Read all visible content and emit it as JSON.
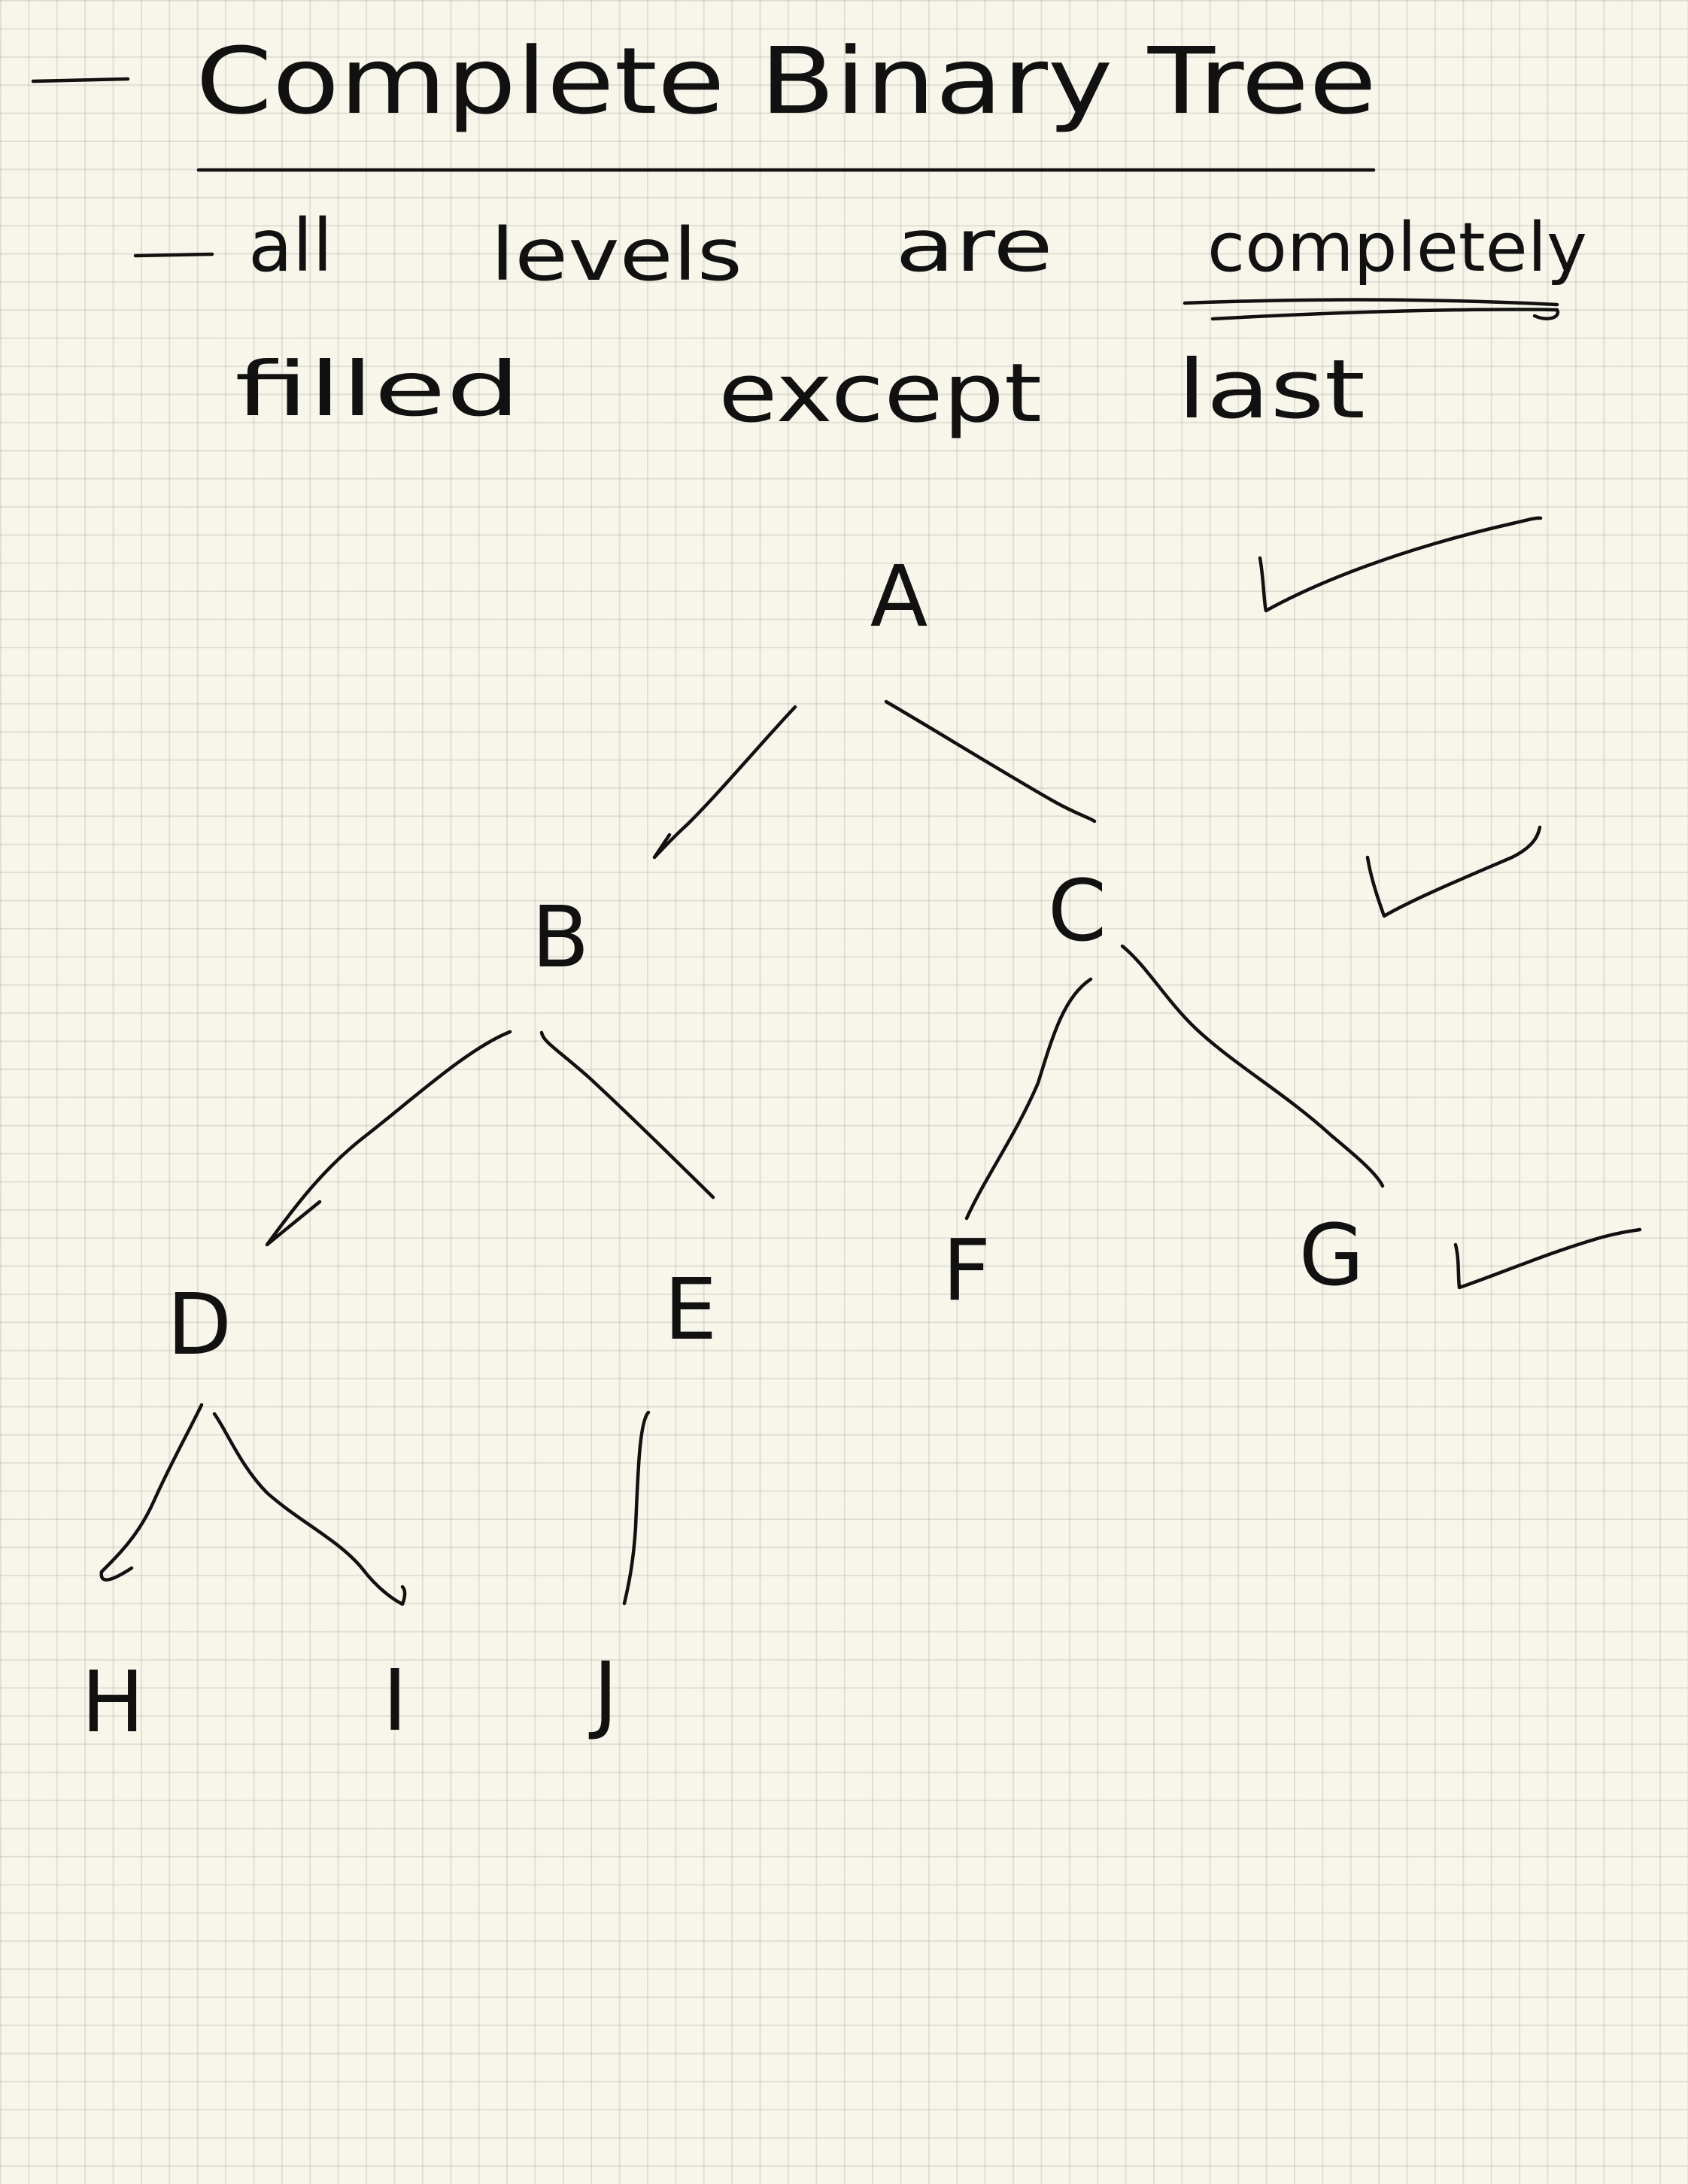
{
  "note": {
    "title": "Complete Binary Tree",
    "definition_line1_words": [
      "all",
      "levels",
      "are",
      "completely"
    ],
    "definition_line2_words": [
      "filled",
      "except",
      "last"
    ],
    "emphasized_word": "completely"
  },
  "tree": {
    "nodes": [
      "A",
      "B",
      "C",
      "D",
      "E",
      "F",
      "G",
      "H",
      "I",
      "J"
    ],
    "edges": [
      [
        "A",
        "B"
      ],
      [
        "A",
        "C"
      ],
      [
        "B",
        "D"
      ],
      [
        "B",
        "E"
      ],
      [
        "C",
        "F"
      ],
      [
        "C",
        "G"
      ],
      [
        "D",
        "H"
      ],
      [
        "D",
        "I"
      ],
      [
        "E",
        "J"
      ]
    ],
    "checked_levels": [
      0,
      1,
      2
    ]
  },
  "colors": {
    "paper": "#f8f6ea",
    "grid": "#c9c8c0",
    "ink": "#111111"
  }
}
